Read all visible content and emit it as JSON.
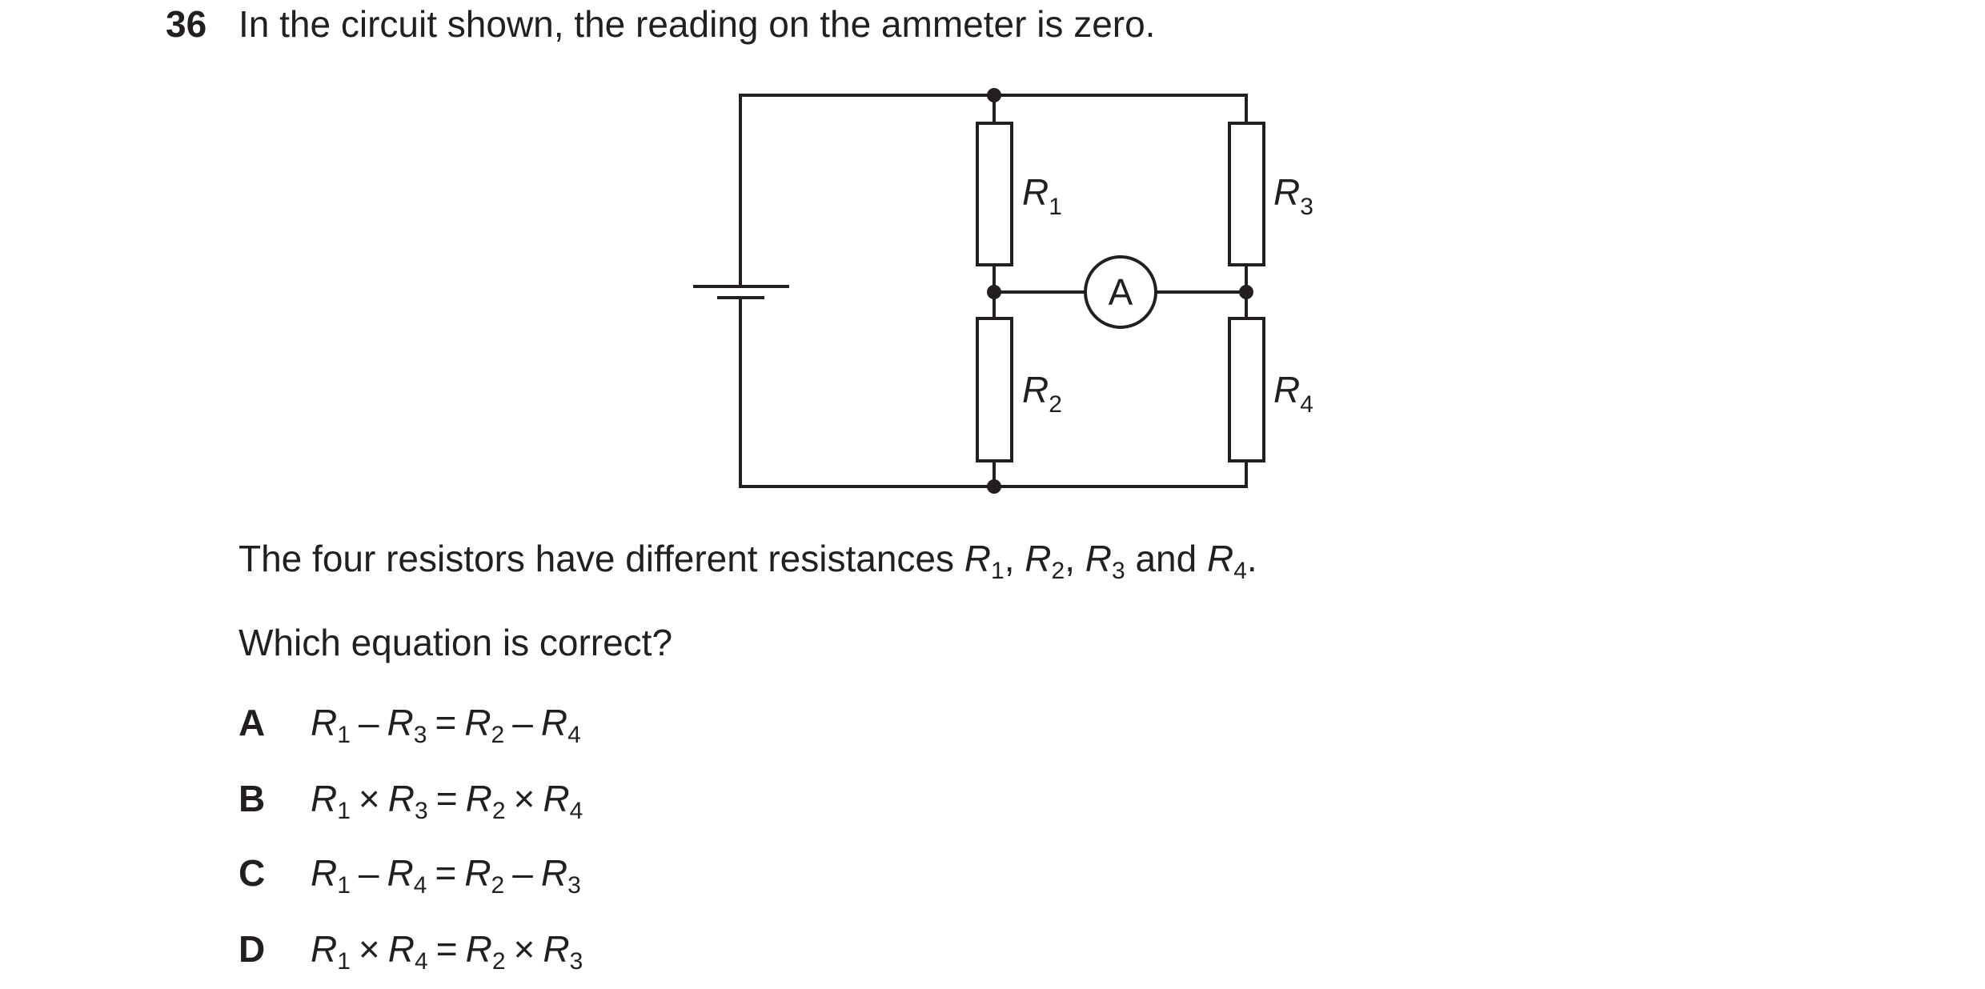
{
  "question": {
    "number": "36",
    "stem": "In the circuit shown, the reading on the ammeter is zero."
  },
  "circuit": {
    "meter_label": "A",
    "resistors": [
      {
        "symbol": "R",
        "sub": "1"
      },
      {
        "symbol": "R",
        "sub": "2"
      },
      {
        "symbol": "R",
        "sub": "3"
      },
      {
        "symbol": "R",
        "sub": "4"
      }
    ]
  },
  "text": {
    "line1_prefix": "The four resistors have different resistances ",
    "line1_terms": [
      {
        "symbol": "R",
        "sub": "1",
        "after": ", "
      },
      {
        "symbol": "R",
        "sub": "2",
        "after": ", "
      },
      {
        "symbol": "R",
        "sub": "3",
        "after": " and "
      },
      {
        "symbol": "R",
        "sub": "4",
        "after": "."
      }
    ],
    "line2": "Which equation is correct?"
  },
  "options": [
    {
      "letter": "A",
      "terms": [
        {
          "s": "R",
          "n": "1"
        },
        {
          "s": "R",
          "n": "3"
        },
        {
          "s": "R",
          "n": "2"
        },
        {
          "s": "R",
          "n": "4"
        }
      ],
      "ops": [
        "–",
        "=",
        "–"
      ]
    },
    {
      "letter": "B",
      "terms": [
        {
          "s": "R",
          "n": "1"
        },
        {
          "s": "R",
          "n": "3"
        },
        {
          "s": "R",
          "n": "2"
        },
        {
          "s": "R",
          "n": "4"
        }
      ],
      "ops": [
        "×",
        "=",
        "×"
      ]
    },
    {
      "letter": "C",
      "terms": [
        {
          "s": "R",
          "n": "1"
        },
        {
          "s": "R",
          "n": "4"
        },
        {
          "s": "R",
          "n": "2"
        },
        {
          "s": "R",
          "n": "3"
        }
      ],
      "ops": [
        "–",
        "=",
        "–"
      ]
    },
    {
      "letter": "D",
      "terms": [
        {
          "s": "R",
          "n": "1"
        },
        {
          "s": "R",
          "n": "4"
        },
        {
          "s": "R",
          "n": "2"
        },
        {
          "s": "R",
          "n": "3"
        }
      ],
      "ops": [
        "×",
        "=",
        "×"
      ]
    }
  ]
}
